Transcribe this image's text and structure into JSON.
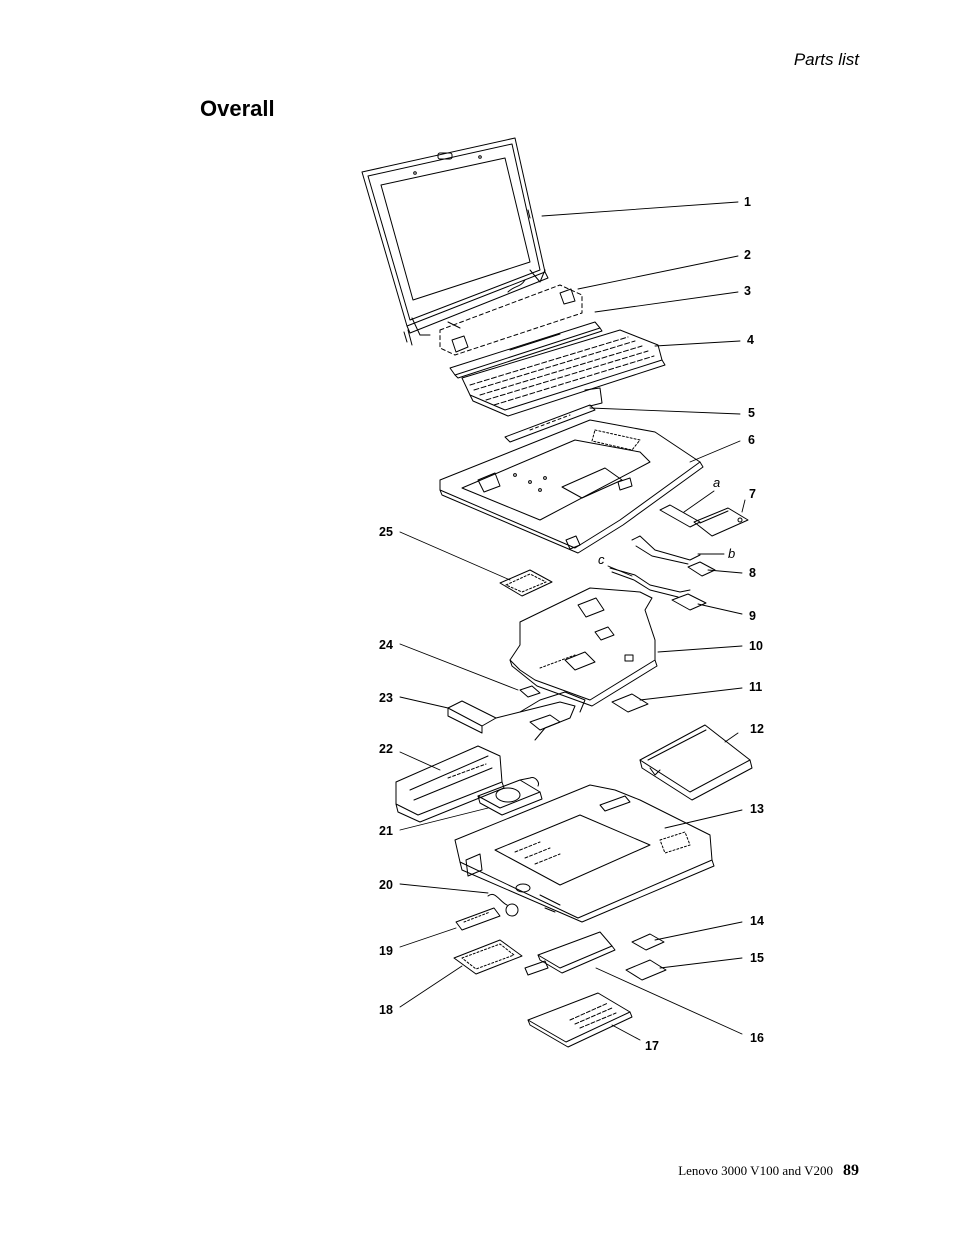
{
  "header": {
    "running_head": "Parts list"
  },
  "section": {
    "title": "Overall"
  },
  "diagram": {
    "numbers": [
      "1",
      "2",
      "3",
      "4",
      "5",
      "6",
      "7",
      "8",
      "9",
      "10",
      "11",
      "12",
      "13",
      "14",
      "15",
      "16",
      "17",
      "18",
      "19",
      "20",
      "21",
      "22",
      "23",
      "24",
      "25"
    ],
    "letters": [
      "a",
      "b",
      "c"
    ]
  },
  "footer": {
    "book_title": "Lenovo 3000 V100 and V200",
    "page_number": "89"
  }
}
